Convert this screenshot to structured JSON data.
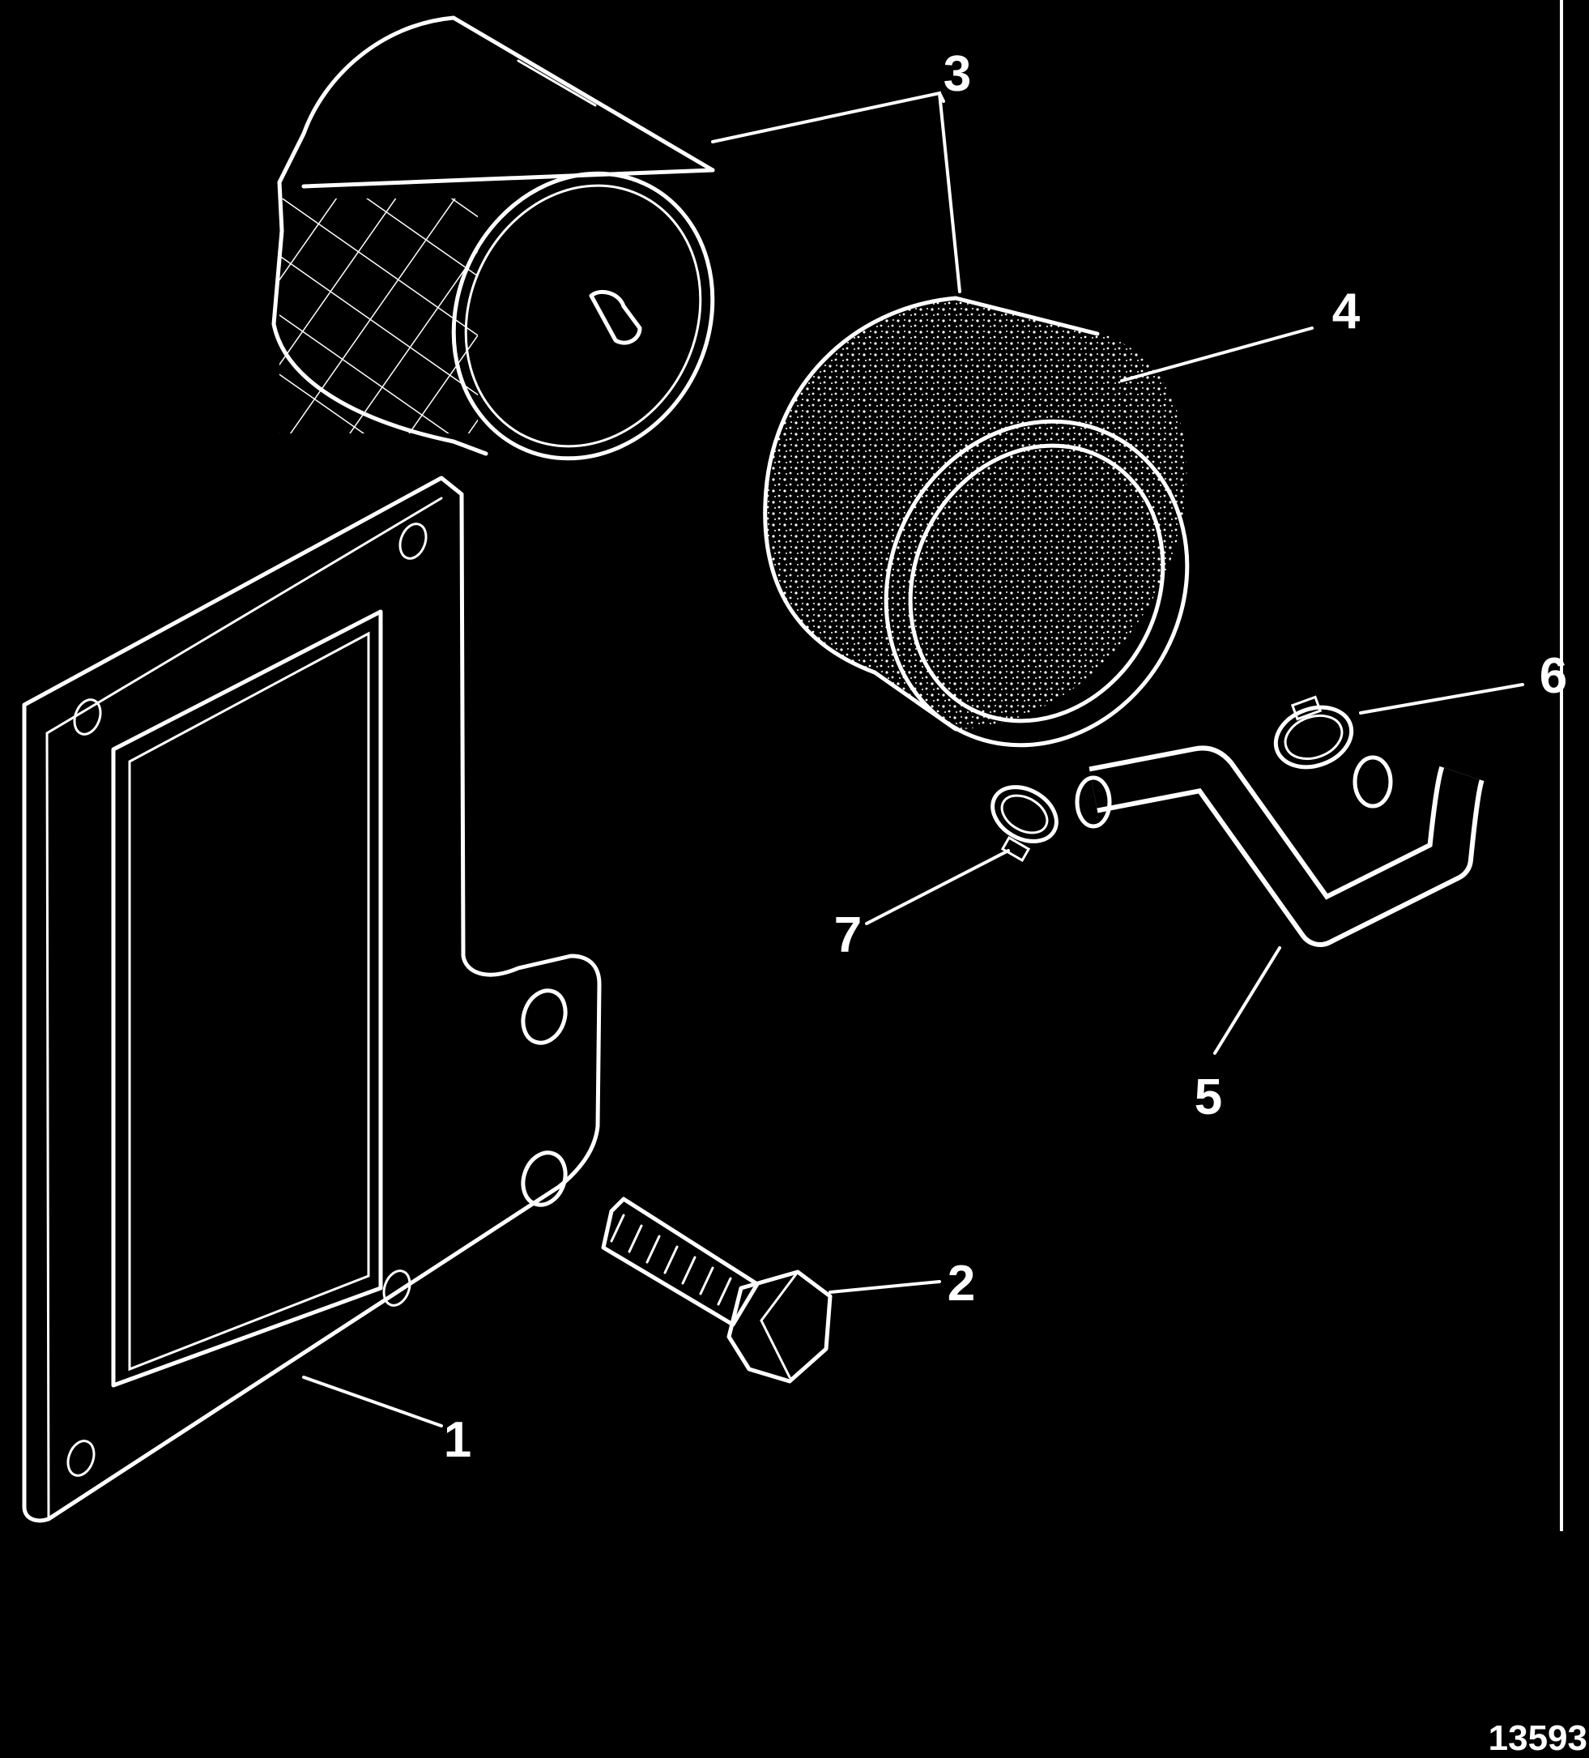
{
  "diagram": {
    "callouts": [
      {
        "id": "1",
        "label": "1"
      },
      {
        "id": "2",
        "label": "2"
      },
      {
        "id": "3",
        "label": "3"
      },
      {
        "id": "4",
        "label": "4"
      },
      {
        "id": "5",
        "label": "5"
      },
      {
        "id": "6",
        "label": "6"
      },
      {
        "id": "7",
        "label": "7"
      }
    ],
    "figure_number": "13593"
  },
  "colors": {
    "background": "#000000",
    "line": "#ffffff"
  }
}
